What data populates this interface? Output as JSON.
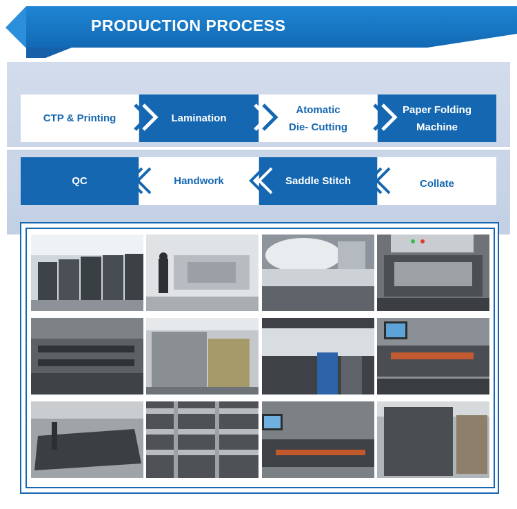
{
  "header": {
    "title": "PRODUCTION PROCESS"
  },
  "process": {
    "row1": [
      {
        "label": "CTP & Printing"
      },
      {
        "label": "Lamination"
      },
      {
        "label_line1": "Atomatic",
        "label_line2": "Die- Cutting"
      },
      {
        "label_line1": "Paper Folding",
        "label_line2": "Machine"
      }
    ],
    "row2": [
      {
        "label": "QC"
      },
      {
        "label": "Handwork"
      },
      {
        "label": "Saddle Stitch"
      },
      {
        "label": "Collate"
      }
    ]
  },
  "colors": {
    "brand_blue": "#1467b0",
    "header_blue": "#1a7ccb",
    "band_bg": "#c9d5e8"
  },
  "icons": [
    "chevron-right-icon",
    "chevron-left-icon"
  ]
}
